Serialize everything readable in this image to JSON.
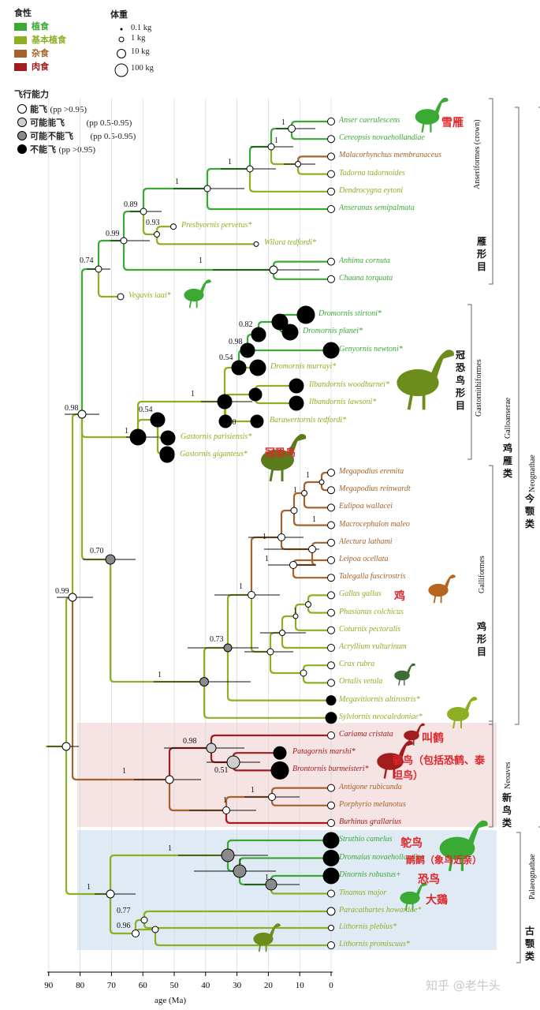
{
  "legend": {
    "diet_title": "食性",
    "diet": [
      {
        "label": "植食",
        "color": "#3aaa35"
      },
      {
        "label": "基本植食",
        "color": "#8cb022"
      },
      {
        "label": "杂食",
        "color": "#a5622a"
      },
      {
        "label": "肉食",
        "color": "#a11c1c"
      }
    ],
    "mass_title": "体重",
    "mass": [
      "0.1 kg",
      "1 kg",
      "10 kg",
      "100 kg"
    ],
    "flight_title": "飞行能力",
    "flight": [
      {
        "label": "能飞",
        "pp": "(pp >0.95)",
        "fill": "#ffffff"
      },
      {
        "label": "可能能飞",
        "pp": "(pp 0.5-0.95)",
        "fill": "#cfcfcf"
      },
      {
        "label": "可能不能飞",
        "pp": "(pp 0.5-0.95)",
        "fill": "#8a8a8a"
      },
      {
        "label": "不能飞",
        "pp": "(pp >0.95)",
        "fill": "#000000"
      }
    ]
  },
  "axis": {
    "label": "age (Ma)",
    "ticks": [
      90,
      80,
      70,
      60,
      50,
      40,
      30,
      20,
      10,
      0
    ]
  },
  "taxa": [
    {
      "name": "Anser caerulescens",
      "color": "#3aaa35"
    },
    {
      "name": "Cereopsis novaehollandiae",
      "color": "#3aaa35"
    },
    {
      "name": "Malacorhynchus membranaceus",
      "color": "#a5622a"
    },
    {
      "name": "Tadorna tadornoides",
      "color": "#8cb022"
    },
    {
      "name": "Dendrocygna eytoni",
      "color": "#8cb022"
    },
    {
      "name": "Anseranas semipalmata",
      "color": "#3aaa35"
    },
    {
      "name": "Presbyornis pervetus*",
      "color": "#8cb022"
    },
    {
      "name": "Wilara tedfordi*",
      "color": "#8cb022"
    },
    {
      "name": "Anhima cornuta",
      "color": "#3aaa35"
    },
    {
      "name": "Chauna torquata",
      "color": "#3aaa35"
    },
    {
      "name": "Vegavis iaai*",
      "color": "#8cb022"
    },
    {
      "name": "Dromornis stirtoni*",
      "color": "#3aaa35"
    },
    {
      "name": "Dromornis planei*",
      "color": "#3aaa35"
    },
    {
      "name": "Genyornis newtoni*",
      "color": "#3aaa35"
    },
    {
      "name": "Dromornis murrayi*",
      "color": "#8cb022"
    },
    {
      "name": "Ilbandornis woodburnei*",
      "color": "#8cb022"
    },
    {
      "name": "Ilbandornis lawsoni*",
      "color": "#8cb022"
    },
    {
      "name": "Barawertornis tedfordi*",
      "color": "#8cb022"
    },
    {
      "name": "Gastornis parisiensis*",
      "color": "#8cb022"
    },
    {
      "name": "Gastornis giganteus*",
      "color": "#8cb022"
    },
    {
      "name": "Megapodius eremita",
      "color": "#a5622a"
    },
    {
      "name": "Megapodius reinwardt",
      "color": "#a5622a"
    },
    {
      "name": "Eulipoa wallacei",
      "color": "#a5622a"
    },
    {
      "name": "Macrocephalon maleo",
      "color": "#a5622a"
    },
    {
      "name": "Alectura lathami",
      "color": "#a5622a"
    },
    {
      "name": "Leipoa ocellata",
      "color": "#a5622a"
    },
    {
      "name": "Talegalla fuscirostris",
      "color": "#a5622a"
    },
    {
      "name": "Gallus gallus",
      "color": "#8cb022"
    },
    {
      "name": "Phasianus colchicus",
      "color": "#8cb022"
    },
    {
      "name": "Coturnix pectoralis",
      "color": "#8cb022"
    },
    {
      "name": "Acryllium vulturinum",
      "color": "#8cb022"
    },
    {
      "name": "Crax rubra",
      "color": "#8cb022"
    },
    {
      "name": "Ortalis vetula",
      "color": "#8cb022"
    },
    {
      "name": "Megavitiornis altirostris*",
      "color": "#8cb022"
    },
    {
      "name": "Sylviornis neocaledoniae*",
      "color": "#8cb022"
    },
    {
      "name": "Cariama cristata",
      "color": "#a11c1c"
    },
    {
      "name": "Patagornis marshi*",
      "color": "#a11c1c"
    },
    {
      "name": "Brontornis burmeisteri*",
      "color": "#a11c1c"
    },
    {
      "name": "Antigone rubicunda",
      "color": "#a5622a"
    },
    {
      "name": "Porphyrio melanotus",
      "color": "#a5622a"
    },
    {
      "name": "Burhinus grallarius",
      "color": "#a11c1c"
    },
    {
      "name": "Struthio camelus",
      "color": "#3aaa35"
    },
    {
      "name": "Dromaius novaehollandiae",
      "color": "#3aaa35"
    },
    {
      "name": "Dinornis robustus+",
      "color": "#3aaa35"
    },
    {
      "name": "Tinamus major",
      "color": "#8cb022"
    },
    {
      "name": "Paracathartes howardae*",
      "color": "#8cb022"
    },
    {
      "name": "Lithornis plebius*",
      "color": "#8cb022"
    },
    {
      "name": "Lithornis promiscuus*",
      "color": "#8cb022"
    }
  ],
  "node_supports": [
    "0.99",
    "0.98",
    "0.74",
    "0.99",
    "0.89",
    "0.93",
    "0.70",
    "0.54",
    "0.82",
    "0.98",
    "0.54",
    "0.40",
    "0.73",
    "0.98",
    "0.51",
    "0.77",
    "0.96",
    "1"
  ],
  "clades": {
    "anseriformes": "Anseriformes (crown)",
    "anseriformes_cn": "雁形目",
    "gastornithiformes": "Gastornithiformes",
    "gastornithiformes_cn": "冠恐鸟形目",
    "galliformes": "Galliformes",
    "galliformes_cn": "鸡形目",
    "galloanserae": "Galloanserae",
    "galloanserae_cn": "鸡雁类",
    "neoaves": "Neoaves",
    "neoaves_cn": "新鸟类",
    "neognathae": "Neognathae",
    "neognathae_cn": "今颚类",
    "palaeognathae": "Palaeognathae",
    "palaeognathae_cn": "古颚类"
  },
  "annotations": {
    "goose": "雪雁",
    "gastornis": "冠恐鸟",
    "chicken": "鸡",
    "cariama": "叫鹤",
    "phorusrhacids": "骇鸟（包括恐鹤、泰坦鸟）",
    "ostrich": "鸵鸟",
    "emu": "鸸鹋（象鸟近亲）",
    "moa": "恐鸟",
    "tinamou": "大鵎"
  },
  "watermark": "知乎 @老牛头"
}
